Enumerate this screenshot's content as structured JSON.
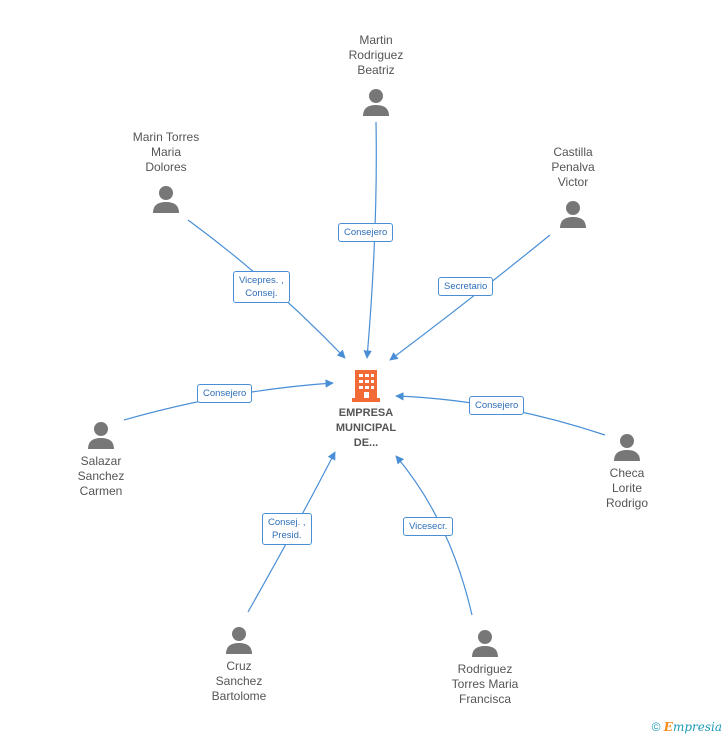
{
  "company": {
    "name_lines": [
      "EMPRESA",
      "MUNICIPAL",
      "DE..."
    ]
  },
  "people": [
    {
      "name_lines": [
        "Martin",
        "Rodriguez",
        "Beatriz"
      ],
      "role": [
        "Consejero"
      ]
    },
    {
      "name_lines": [
        "Marin Torres",
        "Maria",
        "Dolores"
      ],
      "role": [
        "Vicepres. ,",
        "Consej."
      ]
    },
    {
      "name_lines": [
        "Castilla",
        "Penalva",
        "Victor"
      ],
      "role": [
        "Secretario"
      ]
    },
    {
      "name_lines": [
        "Salazar",
        "Sanchez",
        "Carmen"
      ],
      "role": [
        "Consejero"
      ]
    },
    {
      "name_lines": [
        "Checa",
        "Lorite",
        "Rodrigo"
      ],
      "role": [
        "Consejero"
      ]
    },
    {
      "name_lines": [
        "Cruz",
        "Sanchez",
        "Bartolome"
      ],
      "role": [
        "Consej. ,",
        "Presid."
      ]
    },
    {
      "name_lines": [
        "Rodriguez",
        "Torres Maria",
        "Francisca"
      ],
      "role": [
        "Vicesecr."
      ]
    }
  ],
  "footer": {
    "copyright": "©",
    "brand_e": "E",
    "brand_rest": "mpresia"
  },
  "colors": {
    "edge": "#4a8fd6",
    "person_icon": "#777777",
    "company_icon": "#f26a36",
    "text": "#555555"
  }
}
